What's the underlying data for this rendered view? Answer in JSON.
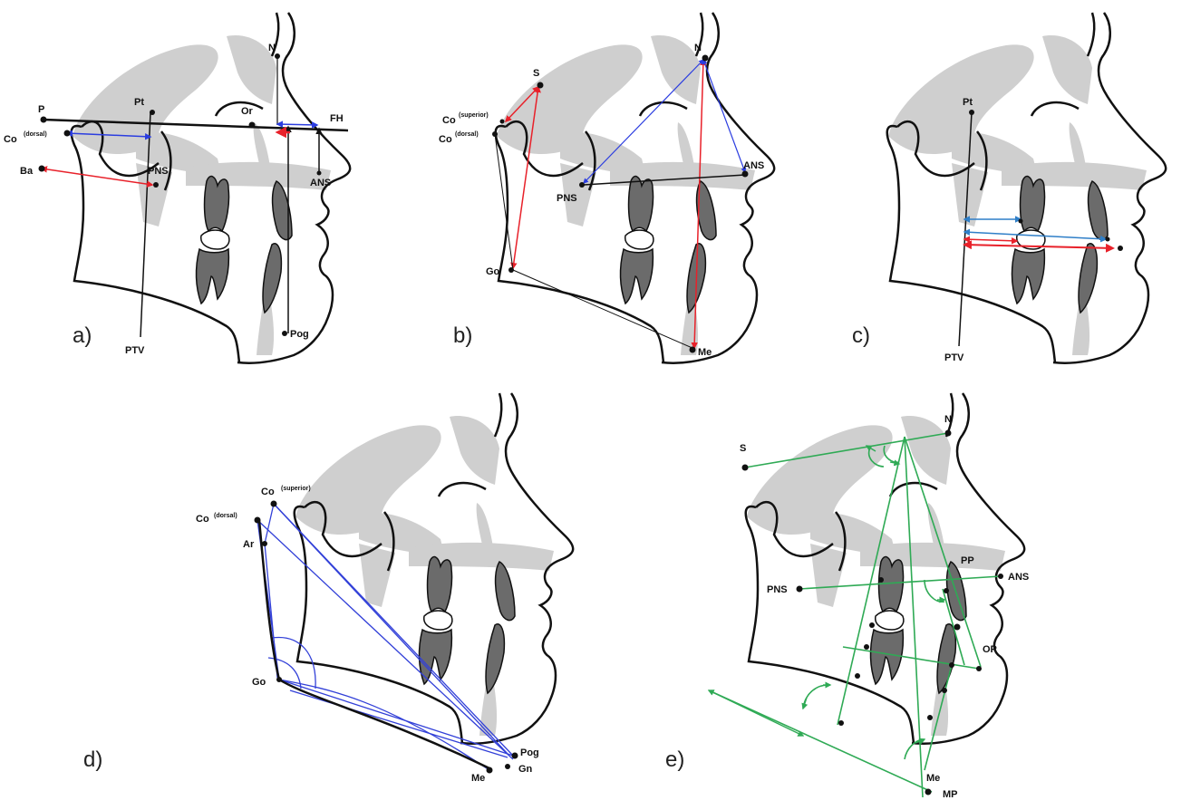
{
  "colors": {
    "outline": "#111111",
    "anatomy_gray": "#cfcfcf",
    "tooth_gray": "#6b6b6b",
    "red": "#e8212a",
    "blue": "#2b3de0",
    "light_blue": "#2f7fc8",
    "green": "#2faa55"
  },
  "panels": {
    "a": {
      "panel_label": "a)",
      "labels": {
        "N": "N",
        "P": "P",
        "Pt": "Pt",
        "Or": "Or",
        "FH": "FH",
        "Co": "Co",
        "Co_sup": "(dorsal)",
        "Ba": "Ba",
        "PNS": "PNS",
        "ANS": "ANS",
        "PTV": "PTV",
        "Pog": "Pog"
      }
    },
    "b": {
      "panel_label": "b)",
      "labels": {
        "S": "S",
        "Co_superior": "Co",
        "Co_superior_sup": "(superior)",
        "Co_dorsal": "Co",
        "Co_dorsal_sup": "(dorsal)",
        "N": "N",
        "ANS": "ANS",
        "PNS": "PNS",
        "Go": "Go",
        "Me": "Me"
      }
    },
    "c": {
      "panel_label": "c)",
      "labels": {
        "Pt": "Pt",
        "PTV": "PTV"
      }
    },
    "d": {
      "panel_label": "d)",
      "labels": {
        "Co_superior": "Co",
        "Co_superior_sup": "(superior)",
        "Co_dorsal": "Co",
        "Co_dorsal_sup": "(dorsal)",
        "Ar": "Ar",
        "Go": "Go",
        "Pog": "Pog",
        "Gn": "Gn",
        "Me": "Me"
      }
    },
    "e": {
      "panel_label": "e)",
      "labels": {
        "S": "S",
        "N": "N",
        "PP": "PP",
        "ANS": "ANS",
        "PNS": "PNS",
        "OP": "OP",
        "Me": "Me",
        "MP": "MP"
      }
    }
  }
}
